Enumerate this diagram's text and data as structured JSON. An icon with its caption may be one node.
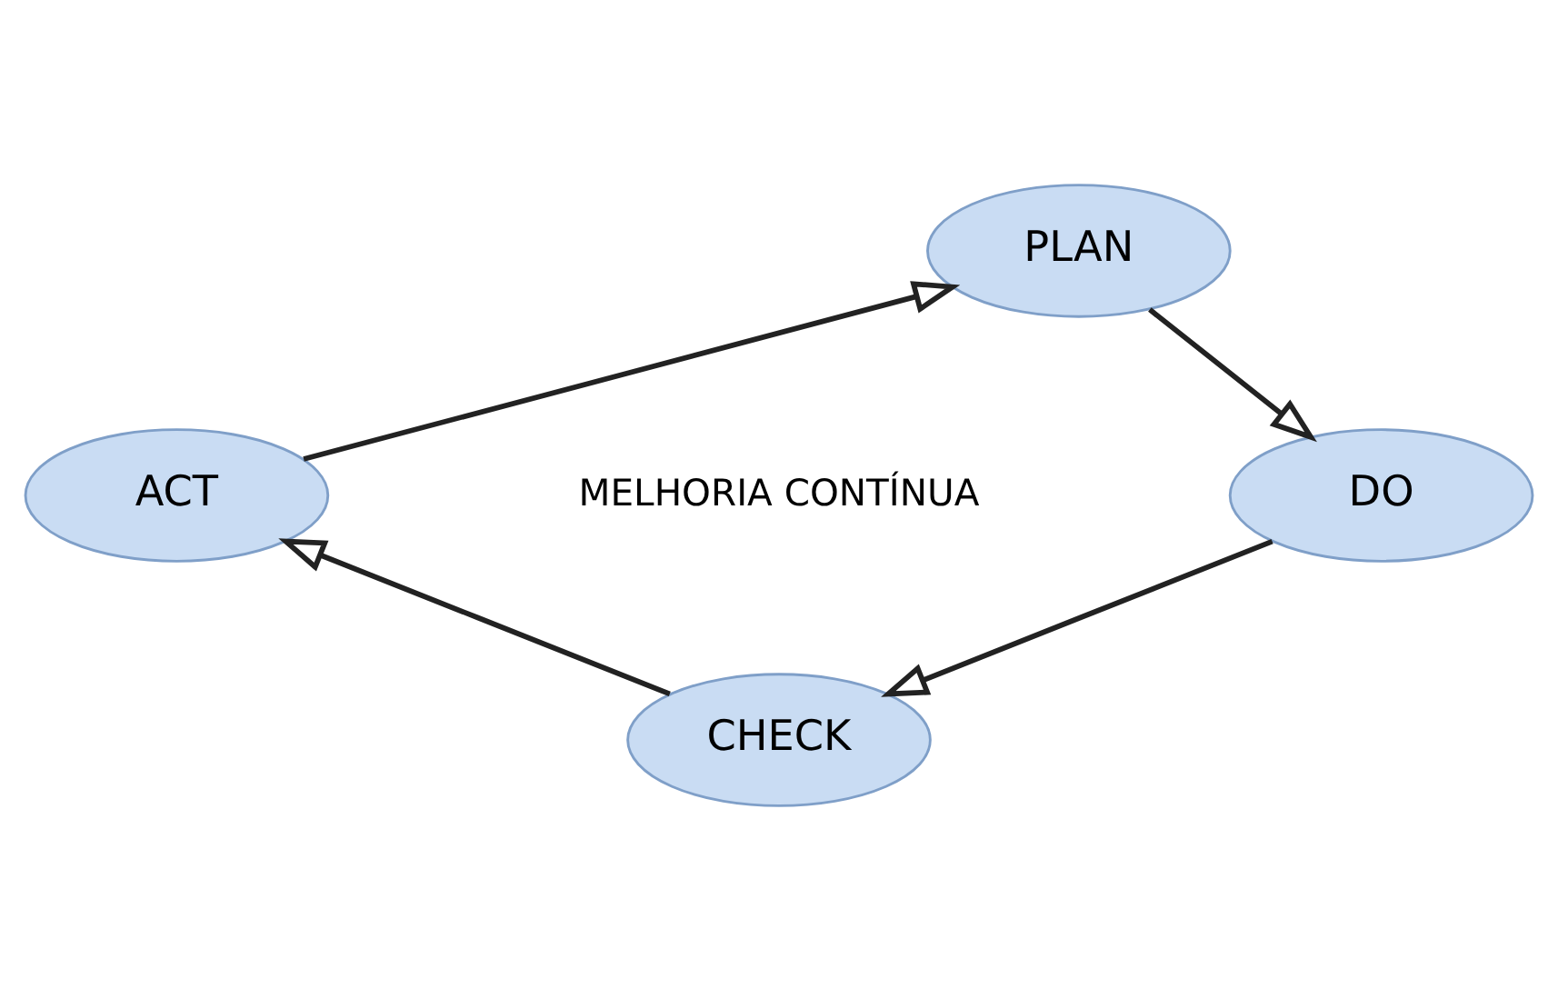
{
  "diagram": {
    "nodes": [
      {
        "text": [
          "PLAN"
        ]
      },
      {
        "text": [
          "DO"
        ]
      },
      {
        "text": [
          "CHECK"
        ]
      },
      {
        "text": [
          "ACT"
        ]
      }
    ],
    "edges": [
      {
        "from": 0,
        "to": 1,
        "arrow": "to"
      },
      {
        "from": 1,
        "to": 2,
        "arrow": "to"
      },
      {
        "from": 2,
        "to": 3,
        "arrow": "to"
      },
      {
        "from": 3,
        "to": 0,
        "arrow": "to"
      }
    ],
    "labels": [
      "MELHORIA CONTÍNUA"
    ]
  }
}
